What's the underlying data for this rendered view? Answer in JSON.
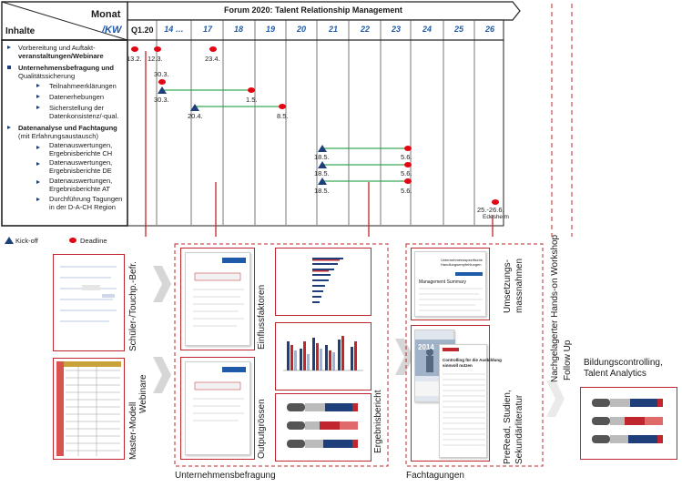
{
  "header": {
    "monat": "Monat",
    "kw": "/KW",
    "inhalte": "Inhalte",
    "forum_title": "Forum 2020: Talent Relationship Management",
    "first_col": "Q1.20",
    "weeks": [
      "14 …",
      "17",
      "18",
      "19",
      "20",
      "21",
      "22",
      "23",
      "24",
      "25",
      "26"
    ]
  },
  "rows": [
    {
      "type": "main",
      "lines": [
        "Vorbereitung und Auftakt-",
        "veranstaltungen/Webinare"
      ]
    },
    {
      "type": "main",
      "lines": [
        "Unternehmensbefragung und",
        "Qualitätssicherung"
      ]
    },
    {
      "type": "sub",
      "lines": [
        "Teilnahmeerklärungen"
      ]
    },
    {
      "type": "sub",
      "lines": [
        "Datenerhebungen"
      ]
    },
    {
      "type": "sub",
      "lines": [
        "Sicherstellung der",
        "Datenkonsistenz/-qual."
      ]
    },
    {
      "type": "main",
      "lines": [
        "Datenanalyse und Fachtagung",
        "(mit Erfahrungsaustausch)"
      ]
    },
    {
      "type": "sub",
      "lines": [
        "Datenauswertungen,",
        "Ergebnisberichte CH"
      ]
    },
    {
      "type": "sub",
      "lines": [
        "Datenauswertungen,",
        "Ergebnisberichte DE"
      ]
    },
    {
      "type": "sub",
      "lines": [
        "Datenauswertungen,",
        "Ergebnisberichte AT"
      ]
    },
    {
      "type": "sub",
      "lines": [
        "Durchführung Tagungen",
        "in der D-A-CH Region"
      ]
    }
  ],
  "dates": {
    "d1": "13.2.",
    "d2": "12.3.",
    "d3": "23.4.",
    "d4": "30.3.",
    "d5": "30.3.",
    "d6": "1.5.",
    "d7": "20.4.",
    "d8": "8.5.",
    "d9": "18.5.",
    "d10": "5.6.",
    "d11": "18.5.",
    "d12": "5.6.",
    "d13": "18.5.",
    "d14": "5.6.",
    "d15": "25.-26.6.",
    "d16": "Edesheim"
  },
  "legend": {
    "kickoff": "Kick-off",
    "deadline": "Deadline"
  },
  "labels": {
    "schueler": "Schüler-/Touchp.-Befr.",
    "master": "Master-Modell",
    "webinare": "Webinare",
    "einfluss": "Einflussfaktoren",
    "output": "Outputgrössen",
    "ergebnis": "Ergebnisbericht",
    "umsetzung1": "Umsetzungs-",
    "umsetzung2": "massnahmen",
    "preread1": "PreRead, Studien,",
    "preread2": "Sekundärliteratur",
    "workshop": "Nachgelagerter Hands-on Workshop",
    "followup": "Follow Up",
    "bildung1": "Bildungscontrolling,",
    "bildung2": "Talent Analytics",
    "unternehmensbefragung": "Unternehmensbefragung",
    "fachtagungen": "Fachtagungen"
  },
  "docs": {
    "report_title": "Unternehmensspezifische Handlungsempfehlungen",
    "summary": "Management Summary",
    "controlling": "Controlling für die Ausbildung",
    "controlling2": "sinnvoll nutzen",
    "year": "2014"
  },
  "colors": {
    "accent_red": "#c0262d",
    "kickoff_navy": "#1e3f7a",
    "kw_blue": "#1e5aa8",
    "line_green": "#3aa655"
  }
}
